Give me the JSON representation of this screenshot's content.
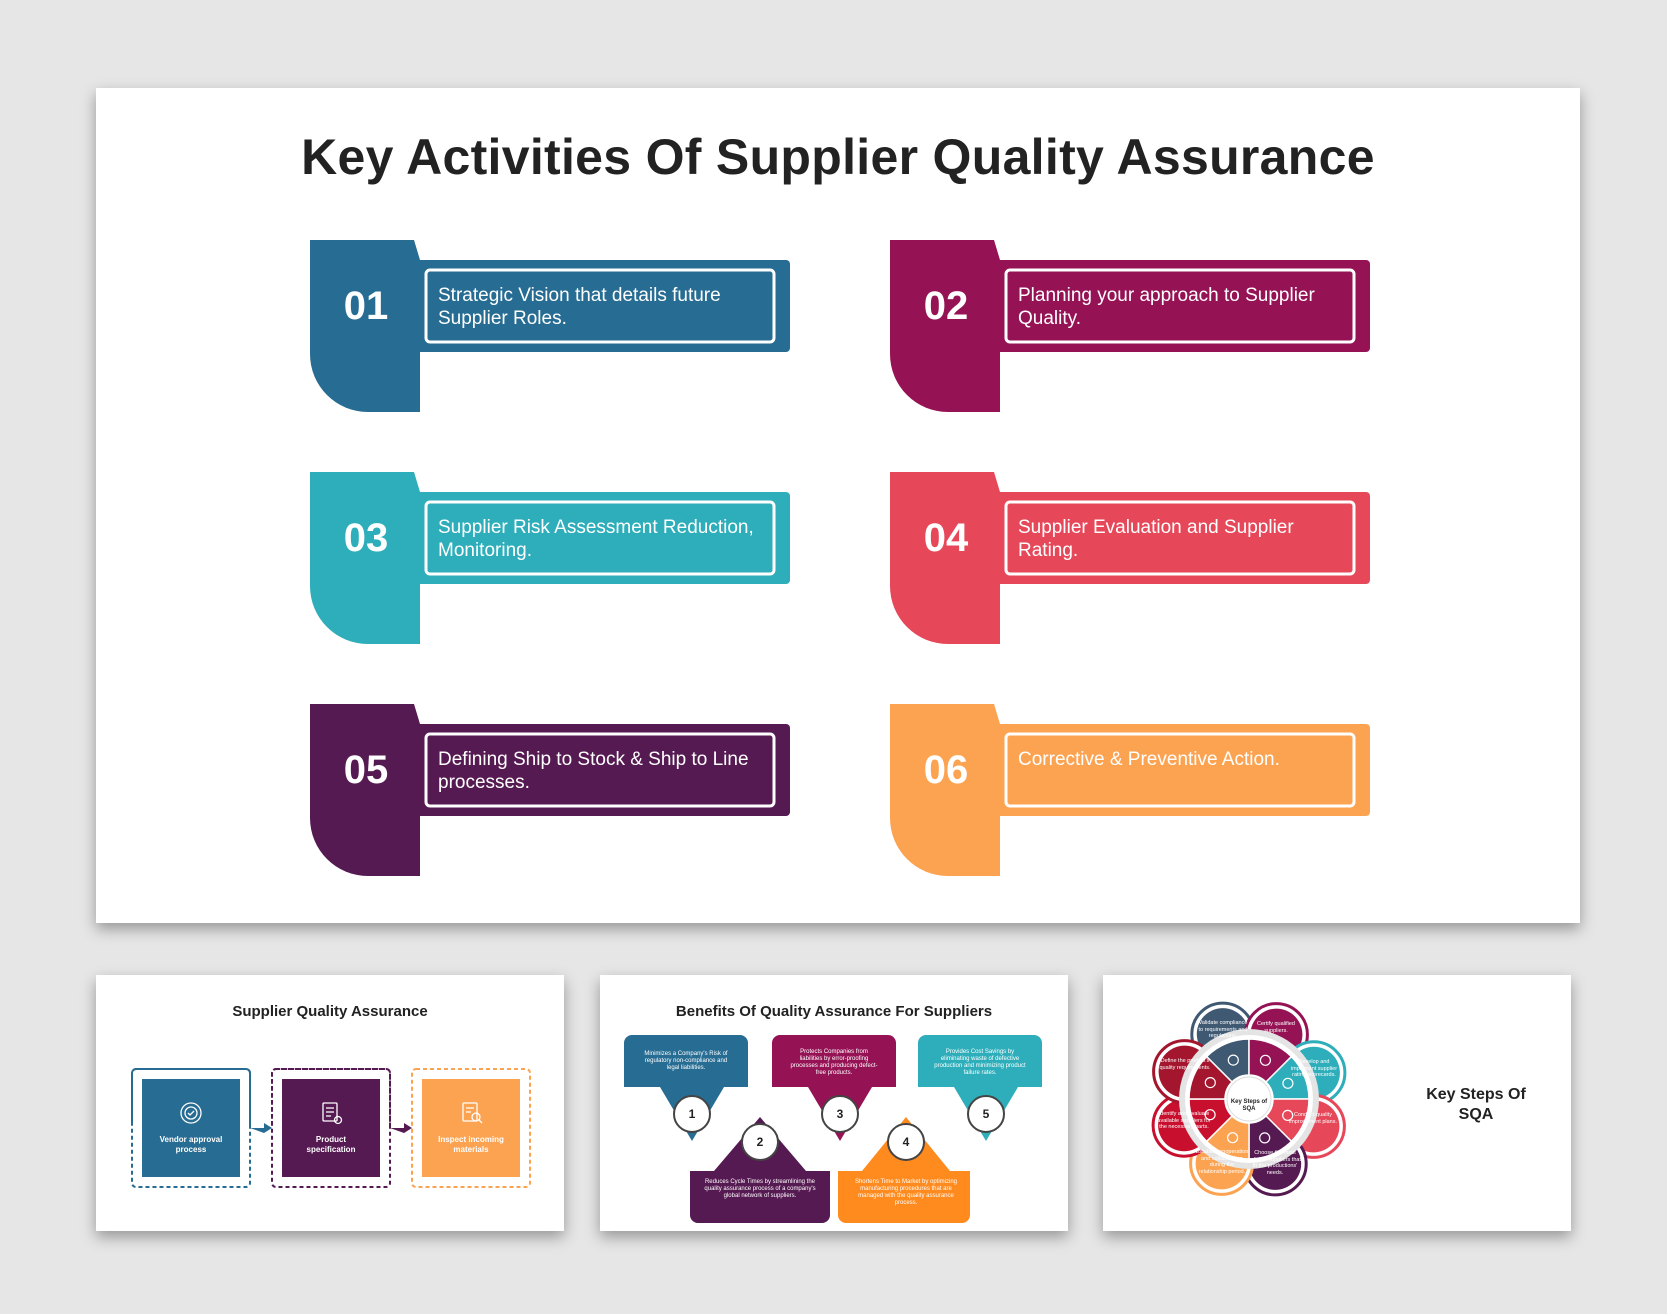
{
  "main": {
    "title": "Key Activities Of Supplier Quality Assurance",
    "cards": [
      {
        "num": "01",
        "text": "Strategic Vision that details future Supplier Roles.",
        "color": "#276C92"
      },
      {
        "num": "02",
        "text": "Planning your approach to Supplier Quality.",
        "color": "#951355"
      },
      {
        "num": "03",
        "text": "Supplier Risk Assessment Reduction, Monitoring.",
        "color": "#2DAEBA"
      },
      {
        "num": "04",
        "text": "Supplier Evaluation and Supplier Rating.",
        "color": "#E6485A"
      },
      {
        "num": "05",
        "text": "Defining Ship to Stock & Ship to Line processes.",
        "color": "#561A52"
      },
      {
        "num": "06",
        "text": "Corrective & Preventive Action.",
        "color": "#FCA352"
      }
    ]
  },
  "thumb1": {
    "title": "Supplier Quality Assurance",
    "boxes": [
      {
        "label": "Vendor approval process",
        "color": "#276C92",
        "icon": "badge-check-icon"
      },
      {
        "label": "Product specification",
        "color": "#561A52",
        "icon": "checklist-gear-icon"
      },
      {
        "label": "Inspect incoming materials",
        "color": "#FCA352",
        "icon": "clipboard-search-icon"
      }
    ]
  },
  "thumb2": {
    "title": "Benefits Of Quality Assurance For Suppliers",
    "items": [
      {
        "num": "1",
        "text": "Minimizes a Company's Risk of regulatory non-compliance and legal liabilities.",
        "color": "#276C92"
      },
      {
        "num": "2",
        "text": "Reduces Cycle Times by streamlining the quality assurance process of a company's global network of suppliers.",
        "color": "#561A52"
      },
      {
        "num": "3",
        "text": "Protects Companies from liabilities by error-proofing processes and producing defect-free products.",
        "color": "#951355"
      },
      {
        "num": "4",
        "text": "Shortens Time to Market by optimizing manufacturing procedures that are managed with the quality assurance process.",
        "color": "#FF8A1E"
      },
      {
        "num": "5",
        "text": "Provides Cost Savings by eliminating waste of defective production and minimizing product failure rates.",
        "color": "#2DAEBA"
      }
    ]
  },
  "thumb3": {
    "title": "Key Steps Of SQA",
    "center": "Key Steps of SQA",
    "petals": [
      {
        "text": "Validate compliance to requirements and regulations.",
        "color": "#3F5973"
      },
      {
        "text": "Certify qualified suppliers.",
        "color": "#951355"
      },
      {
        "text": "Develop and implement supplier rating scorecards.",
        "color": "#2DAEBA"
      },
      {
        "text": "Conduct quality improvement plans.",
        "color": "#E6485A"
      },
      {
        "text": "Choose the most reliable suppliers that fit the productions' needs.",
        "color": "#561A52"
      },
      {
        "text": "Establish cooperation and collaboration during the relationship period.",
        "color": "#FCA352"
      },
      {
        "text": "Identify and evaluate available suppliers for the necessary parts.",
        "color": "#C8102E"
      },
      {
        "text": "Define the product's quality requirements.",
        "color": "#A3162E"
      }
    ]
  }
}
